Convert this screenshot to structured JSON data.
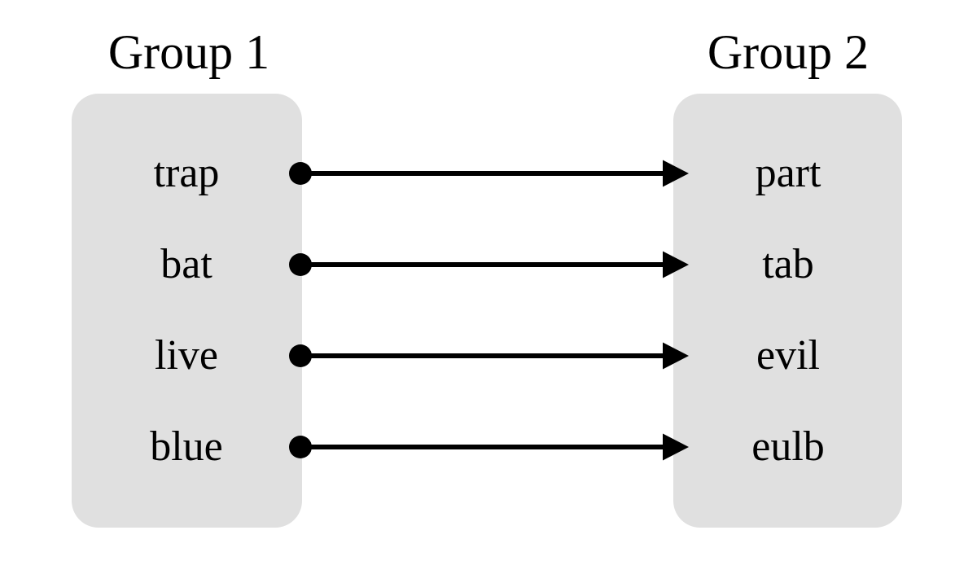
{
  "diagram": {
    "title_left": "Group 1",
    "title_right": "Group 2",
    "description": "Two rounded grey boxes of words connected left-to-right by black arrows with round start dots and triangular arrowheads; each right-hand word is the reverse of its left-hand word."
  },
  "groups": [
    {
      "title": "Group 1",
      "items": [
        "trap",
        "bat",
        "live",
        "blue"
      ]
    },
    {
      "title": "Group 2",
      "items": [
        "part",
        "tab",
        "evil",
        "eulb"
      ]
    }
  ],
  "connections": [
    {
      "from": "trap",
      "to": "part"
    },
    {
      "from": "bat",
      "to": "tab"
    },
    {
      "from": "live",
      "to": "evil"
    },
    {
      "from": "blue",
      "to": "eulb"
    }
  ],
  "colors": {
    "background": "#ffffff",
    "box_fill": "#e0e0e0",
    "arrow": "#000000",
    "text": "#000000"
  }
}
